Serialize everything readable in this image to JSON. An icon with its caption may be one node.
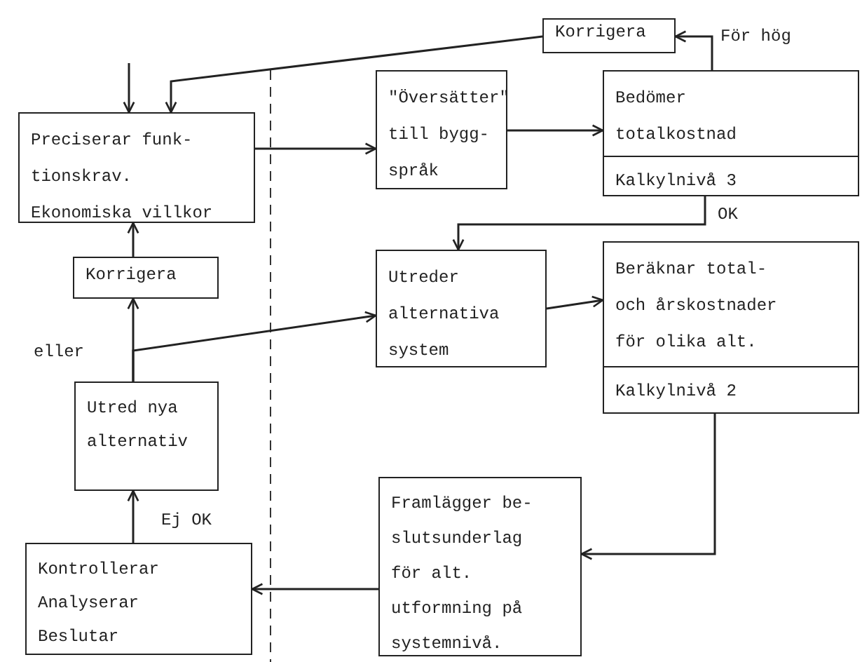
{
  "diagram": {
    "nodes": [
      {
        "text": [
          "Preciserar funk- tionskrav. Ekonomiska villkor"
        ]
      },
      {
        "text": [
          "Korrigera"
        ]
      },
      {
        "text": [
          "Utred nya alternativ"
        ]
      },
      {
        "text": [
          "Kontrollerar Analyserar Beslutar"
        ]
      },
      {
        "text": [
          "\"Översätter\" till bygg- språk"
        ]
      },
      {
        "text": [
          "Korrigera"
        ]
      },
      {
        "text": [
          "Bedömer totalkostnad",
          "Kalkylnivå 3"
        ]
      },
      {
        "text": [
          "Utreder alternativa system"
        ]
      },
      {
        "text": [
          "Beräknar total- och årskostnader för olika alt.",
          "Kalkylnivå 2"
        ]
      },
      {
        "text": [
          "Framlägger be- slutsunderlag för alt. utformning på systemnivå."
        ]
      }
    ],
    "edges": [
      {
        "from": null,
        "to": 0,
        "arrow": "to"
      },
      {
        "from": 5,
        "to": 0,
        "arrow": "to"
      },
      {
        "from": 0,
        "to": 4,
        "arrow": "to"
      },
      {
        "from": 4,
        "to": 6,
        "arrow": "to"
      },
      {
        "from": 6,
        "to": 5,
        "arrow": "to",
        "label": "För hög"
      },
      {
        "from": 6,
        "to": 7,
        "arrow": "to",
        "label": "OK"
      },
      {
        "from": 7,
        "to": 8,
        "arrow": "to"
      },
      {
        "from": 8,
        "to": 9,
        "arrow": "to"
      },
      {
        "from": 9,
        "to": 3,
        "arrow": "to"
      },
      {
        "from": 3,
        "to": 2,
        "arrow": "to",
        "label": "Ej OK"
      },
      {
        "from": 2,
        "to": 1,
        "arrow": "to"
      },
      {
        "from": 1,
        "to": 0,
        "arrow": "to"
      },
      {
        "from": 2,
        "to": 7,
        "arrow": "to"
      }
    ],
    "labels": [
      "eller"
    ]
  }
}
